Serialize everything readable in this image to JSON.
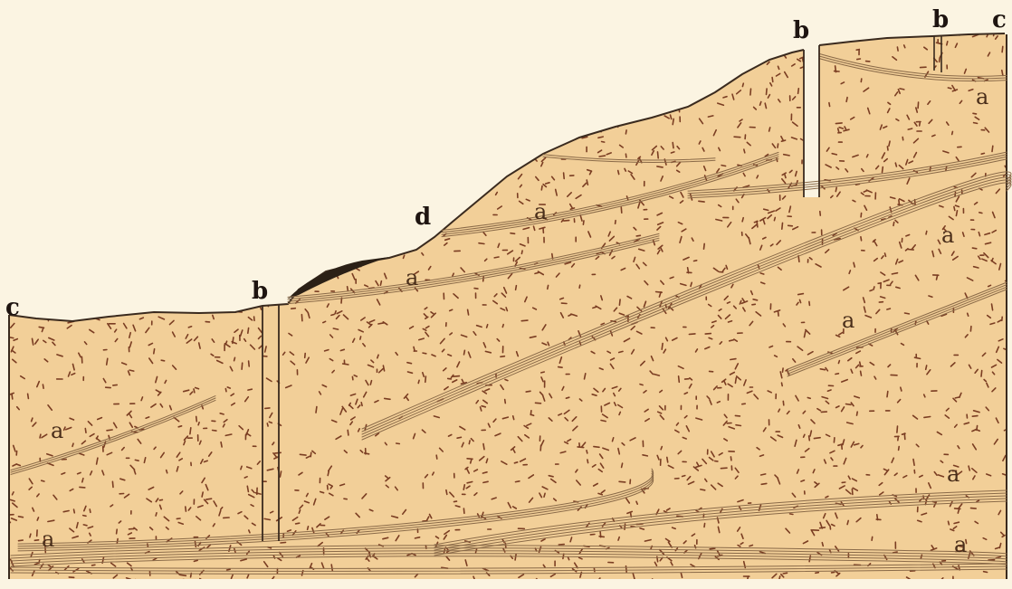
{
  "colors": {
    "background": "#fbf4e2",
    "sand": "#f2cf98",
    "speckle": "#7a3d22",
    "vein": "#8a6a48",
    "outline": "#3a2a1e",
    "surface_dark": "#2b2016"
  },
  "labels": {
    "c_left": "c",
    "b_left": "b",
    "d": "d",
    "b_top": "b",
    "b_top_right": "b",
    "c_right": "c",
    "a1": "a",
    "a2": "a",
    "a3": "a",
    "a4": "a",
    "a5": "a",
    "a6": "a",
    "a7": "a",
    "a8": "a",
    "a9": "a"
  }
}
